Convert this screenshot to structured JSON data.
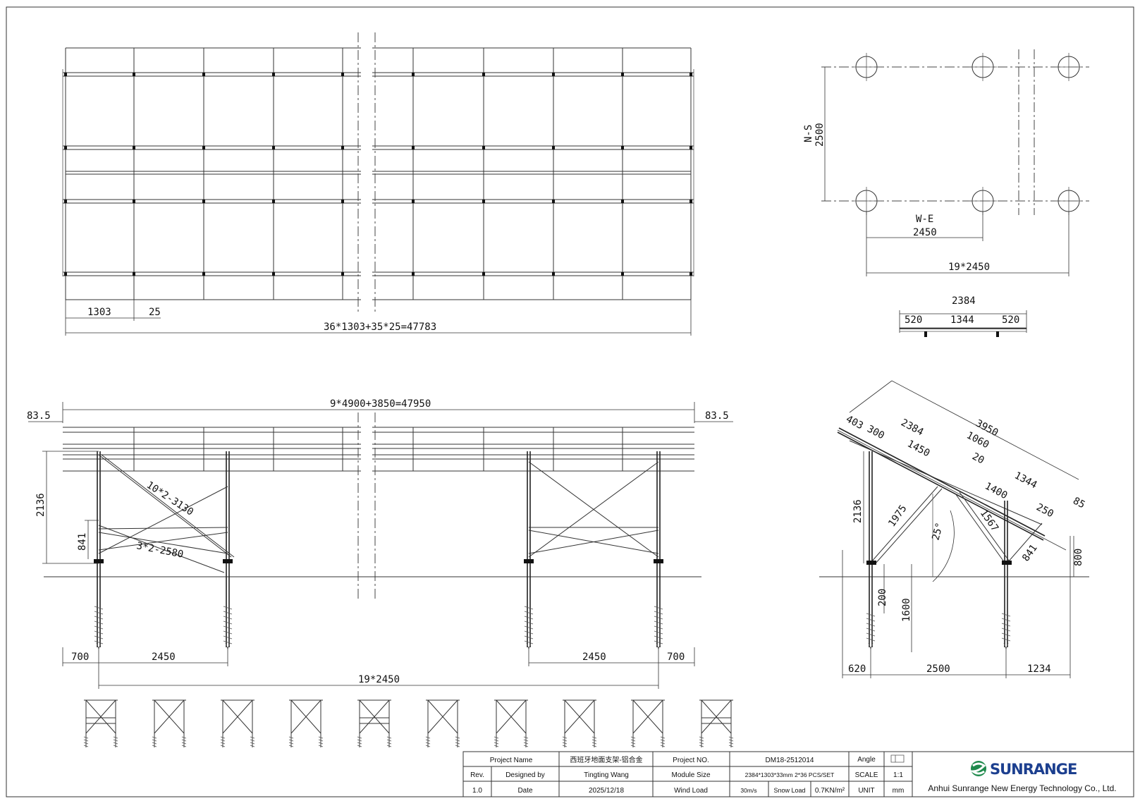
{
  "top_view": {
    "dim_module": "1303",
    "dim_gap": "25",
    "dim_total": "36*1303+35*25=47783"
  },
  "pile_plan": {
    "ns_label": "N-S",
    "ns_value": "2500",
    "we_label": "W-E",
    "we_value": "2450",
    "total": "19*2450",
    "rail_total": "2384",
    "rail_left": "520",
    "rail_mid": "1344",
    "rail_right": "520"
  },
  "front_view": {
    "total": "9*4900+3850=47950",
    "overhang_left": "83.5",
    "overhang_right": "83.5",
    "height": "2136",
    "brace_height": "841",
    "diag_brace": "10*2-3130",
    "horiz_brace": "3*2-2580",
    "end_left": "700",
    "span_left": "2450",
    "span_right": "2450",
    "end_right": "700",
    "total_span": "19*2450"
  },
  "side_view": {
    "d3950": "3950",
    "d403": "403",
    "d300": "300",
    "d2384": "2384",
    "d1450": "1450",
    "d1060": "1060",
    "d20": "20",
    "d1344": "1344",
    "d1400": "1400",
    "d250": "250",
    "d85": "85",
    "d2136": "2136",
    "d1975": "1975",
    "d1567": "1567",
    "d841": "841",
    "d800": "800",
    "angle": "25°",
    "d200": "200",
    "d1600": "1600",
    "d620": "620",
    "d2500": "2500",
    "d1234": "1234"
  },
  "title_block": {
    "project_name_label": "Project Name",
    "project_name_value": "西班牙地面支架-铝合金",
    "project_no_label": "Project NO.",
    "project_no_value": "DM18-2512014",
    "angle_label": "Angle",
    "rev_label": "Rev.",
    "designed_by_label": "Designed by",
    "designer": "Tingting Wang",
    "module_size_label": "Module Size",
    "module_size_value": "2384*1303*33mm 2*36 PCS/SET",
    "scale_label": "SCALE",
    "scale_value": "1:1",
    "rev_value": "1.0",
    "date_label": "Date",
    "date_value": "2025/12/18",
    "wind_load_label": "Wind Load",
    "wind_load_value": "30m/s",
    "snow_load_label": "Snow Load",
    "snow_load_value": "0.7KN/m²",
    "unit_label": "UNIT",
    "unit_value": "mm",
    "logo_text": "SUNRANGE",
    "company": "Anhui Sunrange New Energy Technology Co., Ltd."
  },
  "colors": {
    "line": "#333333",
    "logo_green": "#1f8a4c",
    "logo_blue": "#1c3f8f"
  }
}
